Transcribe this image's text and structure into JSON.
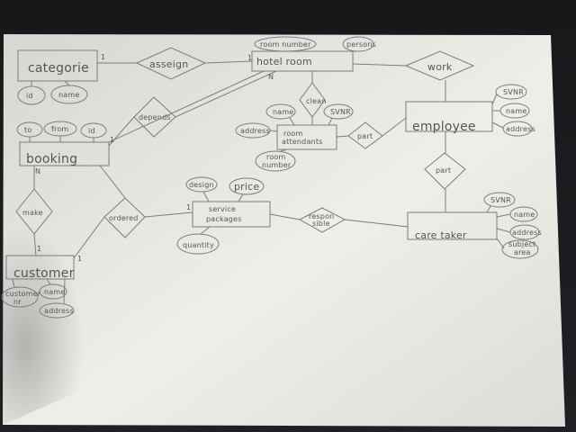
{
  "entities": {
    "categorie": "categorie",
    "hotel_room": "hotel  room",
    "booking": "booking",
    "customer": "customer",
    "service_packages_line1": "service",
    "service_packages_line2": "packages",
    "room_attendants_line1": "room",
    "room_attendants_line2": "attendants",
    "employee": "employee",
    "caretaker": "care taker"
  },
  "attributes": {
    "id_categorie": "id",
    "name_categorie": "name",
    "room_number_top": "room number",
    "persons": "persons",
    "to": "to",
    "from": "from",
    "id_booking": "id",
    "design": "design",
    "price": "price",
    "quantity": "quantity",
    "name_attendant": "name",
    "ssnr_attendant": "SVNR",
    "address_attendant": "address",
    "room_number_attendant_line1": "room",
    "room_number_attendant_line2": "number",
    "ssnr_employee": "SVNR",
    "name_employee": "name",
    "address_employee": "address",
    "ssnr_caretaker": "SVNR",
    "name_caretaker": "name",
    "address_caretaker": "address",
    "subject_area_line1": "subject",
    "subject_area_line2": "area",
    "customer_nr_line1": "customer",
    "customer_nr_line2": "nr",
    "name_customer": "name",
    "address_customer": "address"
  },
  "relationships": {
    "assign": "asseign",
    "work": "work",
    "clean": "clean",
    "part_attendant": "part",
    "depends": "depends",
    "make": "make",
    "ordered": "ordered",
    "responsible_line1": "respon",
    "responsible_line2": "sible",
    "part_employee": "part"
  },
  "cardinalities": {
    "categorie_assign": "1",
    "hotel_assign": "1",
    "hotel_bottom": "N",
    "booking_to_hotel": "1",
    "booking_bottom": "N",
    "customer_make": "1",
    "customer_ordered": "1",
    "service_ordered": "1"
  }
}
